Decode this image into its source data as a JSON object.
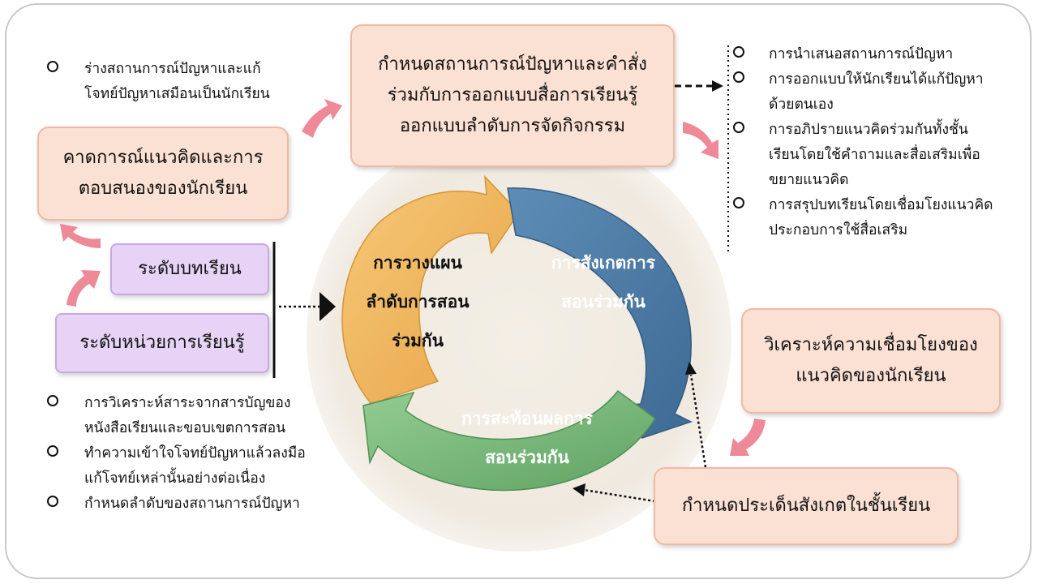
{
  "center": {
    "planning": [
      "การวางแผน",
      "ลำดับการสอน",
      "ร่วมกัน"
    ],
    "observing": [
      "การสังเกตการ",
      "สอนร่วมกัน"
    ],
    "reflecting": [
      "การสะท้อนผลการ",
      "สอนร่วมกัน"
    ]
  },
  "boxes": {
    "top_center": [
      "กำหนดสถานการณ์ปัญหาและคำสั่ง",
      "ร่วมกับการออกแบบสื่อการเรียนรู้",
      "ออกแบบลำดับการจัดกิจกรรม"
    ],
    "predict": [
      "คาดการณ์แนวคิดและการ",
      "ตอบสนองของนักเรียน"
    ],
    "lesson_level": "ระดับบทเรียน",
    "unit_level": "ระดับหน่วยการเรียนรู้",
    "analyze": [
      "วิเคราะห์ความเชื่อมโยงของ",
      "แนวคิดของนักเรียน"
    ],
    "observe_points": "กำหนดประเด็นสังเกตในชั้นเรียน"
  },
  "lists": {
    "top_left": [
      [
        "ร่างสถานการณ์ปัญหาและแก้",
        "โจทย์ปัญหาเสมือนเป็นนักเรียน"
      ]
    ],
    "bottom_left": [
      [
        "การวิเคราะห์สาระจากสารบัญของ",
        "หนังสือเรียนและขอบเขตการสอน"
      ],
      [
        "ทำความเข้าใจโจทย์ปัญหาแล้วลงมือ",
        "แก้โจทย์เหล่านั้นอย่างต่อเนื่อง"
      ],
      [
        "กำหนดลำดับของสถานการณ์ปัญหา"
      ]
    ],
    "right": [
      [
        "การนำเสนอสถานการณ์ปัญหา"
      ],
      [
        "การออกแบบให้นักเรียนได้แก้ปัญหา",
        "ด้วยตนเอง"
      ],
      [
        "การอภิปรายแนวคิดร่วมกันทั้งชั้น",
        "เรียนโดยใช้คำถามและสื่อเสริมเพื่อ",
        "ขยายแนวคิด"
      ],
      [
        "การสรุปบทเรียนโดยเชื่อมโยงแนวคิด",
        "ประกอบการใช้สื่อเสริม"
      ]
    ]
  },
  "colors": {
    "planning": "#f0b55a",
    "observing": "#4f7fa8",
    "reflecting": "#7bba7d",
    "peach_box": "#fbe0d4",
    "lavender_box": "#e7d3f6",
    "pink_arrow": "#ee8a98"
  }
}
